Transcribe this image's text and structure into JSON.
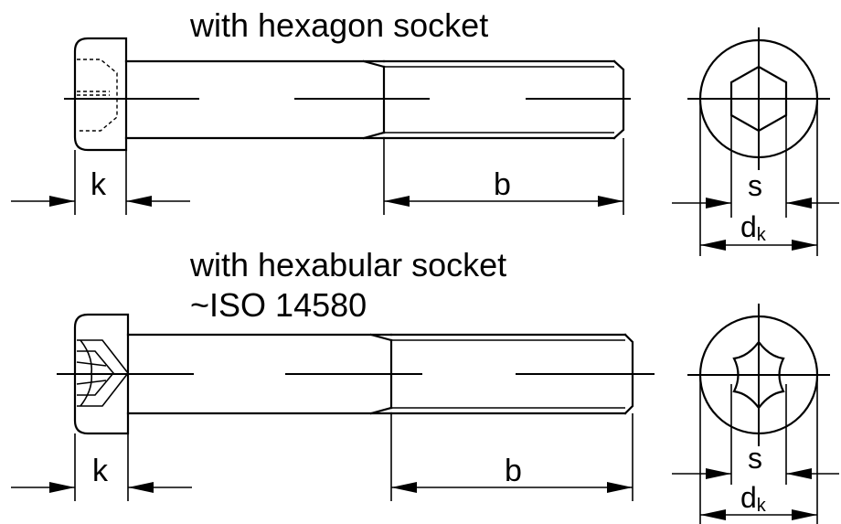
{
  "top_view": {
    "title": "with hexagon socket",
    "labels": {
      "k": "k",
      "b": "b",
      "s": "s",
      "dk_base": "d",
      "dk_sub": "k"
    }
  },
  "bottom_view": {
    "title_line1": "with hexabular socket",
    "title_line2": "~ISO 14580",
    "labels": {
      "k": "k",
      "b": "b",
      "s": "s",
      "dk_base": "d",
      "dk_sub": "k"
    }
  },
  "colors": {
    "stroke": "#000000",
    "background": "#ffffff"
  }
}
